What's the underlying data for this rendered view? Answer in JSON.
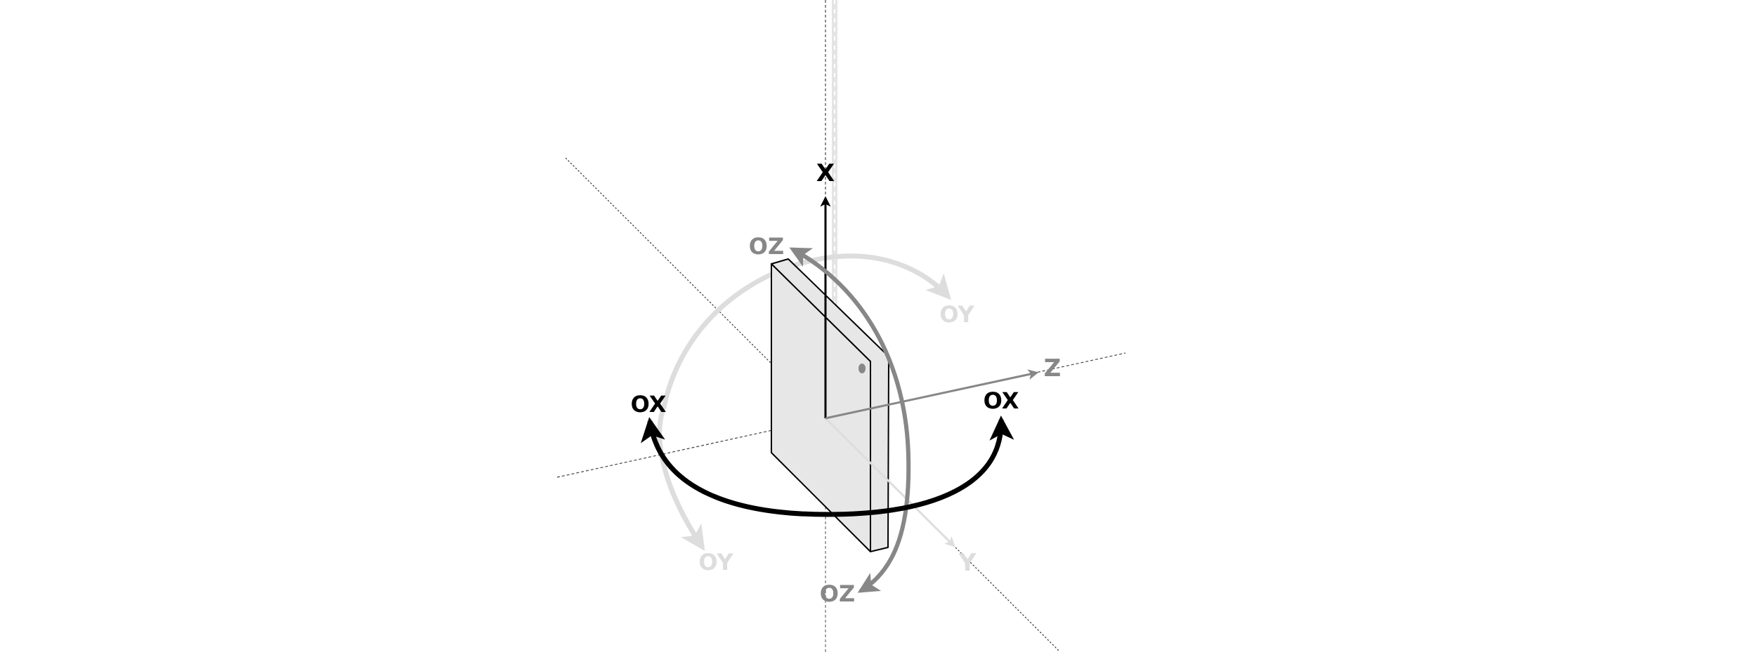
{
  "diagram": {
    "title": "",
    "colors": {
      "background": "#ffffff",
      "black": "#000000",
      "mid_gray": "#878787",
      "light_gray": "#dcdddc",
      "plate_fill": "#e6e7e6"
    },
    "axes": {
      "x": {
        "label": "X",
        "color": "#000000"
      },
      "y": {
        "label": "Y",
        "color": "#dcdddc"
      },
      "z": {
        "label": "Z",
        "color": "#878787"
      }
    },
    "rotations": {
      "ox_left": "OX",
      "ox_right": "OX",
      "oy_top": "OY",
      "oy_bottom": "OY",
      "oz_top": "OZ",
      "oz_bottom": "OZ"
    }
  }
}
